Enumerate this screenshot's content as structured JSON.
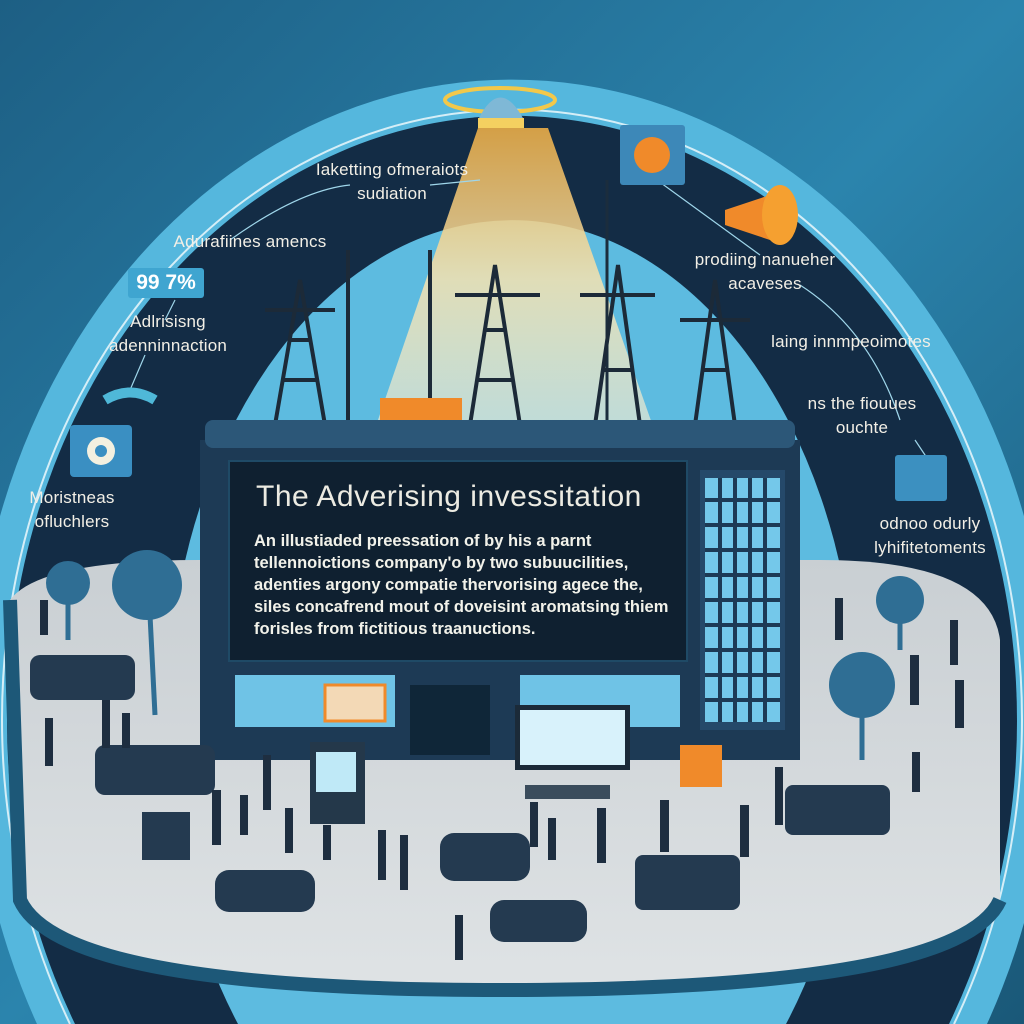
{
  "screen": {
    "title": "The Adverising invessitation",
    "body": "An illustiaded preessation of by his a parnt tellennoictions company'o by two subuucilities, adenties argony compatie thervorising agece the, siles concafrend mout of doveisint aromatsing thiem forisles from fictitious traanuctions."
  },
  "labels": {
    "top_center": [
      "Iaketting ofmeraiots",
      "sudiation"
    ],
    "left_upper": "Adurafiines amencs",
    "stat_badge": "99 7%",
    "left_middle": [
      "Adlrisisng",
      "adenninnaction"
    ],
    "left_lower": [
      "Moristneas",
      "ofluchlers"
    ],
    "right_upper": [
      "prodiing nanueher",
      "acaveses"
    ],
    "right_middle": "laing innmpeoimotes",
    "right_lower": [
      "ns the fiouues",
      "ouchte"
    ],
    "right_bottom": [
      "odnoo odurly",
      "lyhifitetoments"
    ]
  },
  "colors": {
    "background": "#256f96",
    "ring": "#55b7dd",
    "band": "#132c45",
    "sky": "#5dbbe0",
    "accent": "#f08a2a"
  }
}
